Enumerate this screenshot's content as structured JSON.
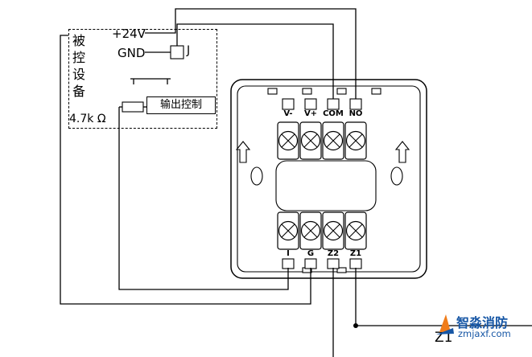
{
  "device_box": {
    "name_vertical": "被控设备",
    "power_label": "+24V",
    "ground_label": "GND",
    "relay_label": "J",
    "output_control_label": "输出控制",
    "resistor_label": "4.7k Ω"
  },
  "module": {
    "top_terminals": [
      "V-",
      "V+",
      "COM",
      "NO"
    ],
    "bottom_terminals": [
      "I",
      "G",
      "Z2",
      "Z1"
    ]
  },
  "bus": {
    "z1_label": "Z1"
  },
  "watermark": {
    "brand": "智淼消防",
    "site": "zmjaxf.com"
  },
  "colors": {
    "line": "#000000",
    "brand_blue": "#1656a5",
    "brand_orange": "#f07c1a"
  }
}
